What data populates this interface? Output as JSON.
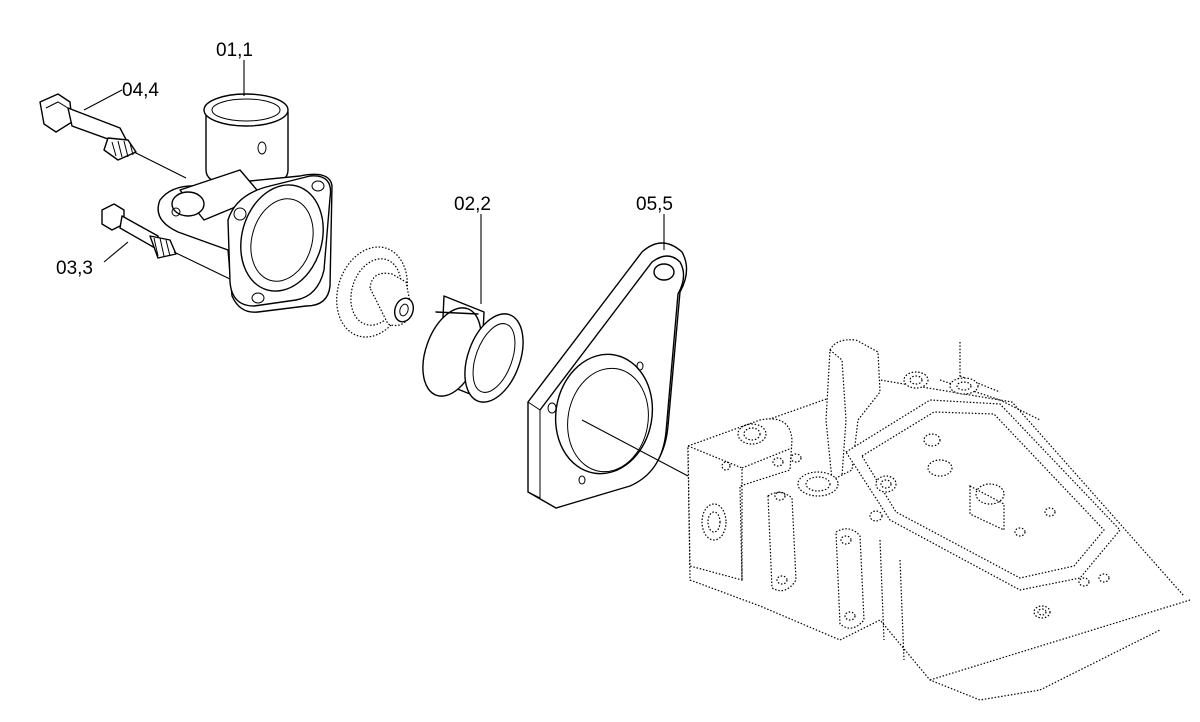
{
  "diagram": {
    "callouts": [
      {
        "id": "c1",
        "label": "01,1"
      },
      {
        "id": "c2",
        "label": "04,4"
      },
      {
        "id": "c3",
        "label": "02,2"
      },
      {
        "id": "c4",
        "label": "05,5"
      },
      {
        "id": "c5",
        "label": "03,3"
      }
    ],
    "colors": {
      "line": "#000000",
      "background": "#ffffff"
    }
  }
}
